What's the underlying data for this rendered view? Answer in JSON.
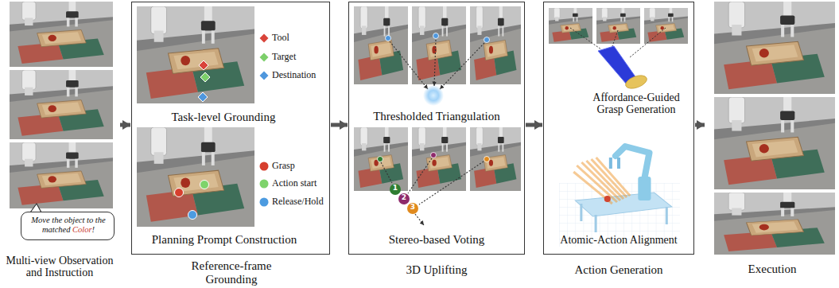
{
  "diagram": {
    "nodes": [
      {
        "text": [
          "Multi-view Observation and Instruction"
        ]
      },
      {
        "text": [
          "Move the object to the matched Color!"
        ],
        "in": 0
      },
      {
        "text": [
          "Task-level Grounding",
          "Planning Prompt Construction",
          "Reference-frame Grounding"
        ]
      },
      {
        "text": [
          "Thresholded Triangulation",
          "Stereo-based Voting",
          "3D Uplifting"
        ]
      },
      {
        "text": [
          "Affordance-Guided Grasp Generation",
          "Atomic-Action Alignment",
          "Action Generation"
        ]
      },
      {
        "text": [
          "Execution"
        ]
      }
    ],
    "edges": [
      {
        "from": 0,
        "to": 2,
        "arrow": "to"
      },
      {
        "from": 2,
        "to": 3,
        "arrow": "to"
      },
      {
        "from": 3,
        "to": 4,
        "arrow": "to"
      },
      {
        "from": 4,
        "to": 5,
        "arrow": "to"
      }
    ],
    "labels": [
      "1",
      "2",
      "3"
    ],
    "legend": [
      {
        "text": "Tool",
        "color": "#d9443a"
      },
      {
        "text": "Target",
        "color": "#7ccf6a"
      },
      {
        "text": "Destination",
        "color": "#4f97dd"
      },
      {
        "text": "Grasp",
        "color": "#d63f2e"
      },
      {
        "text": "Action start",
        "color": "#7ed36b"
      },
      {
        "text": "Release/Hold",
        "color": "#4c9be0"
      }
    ]
  }
}
